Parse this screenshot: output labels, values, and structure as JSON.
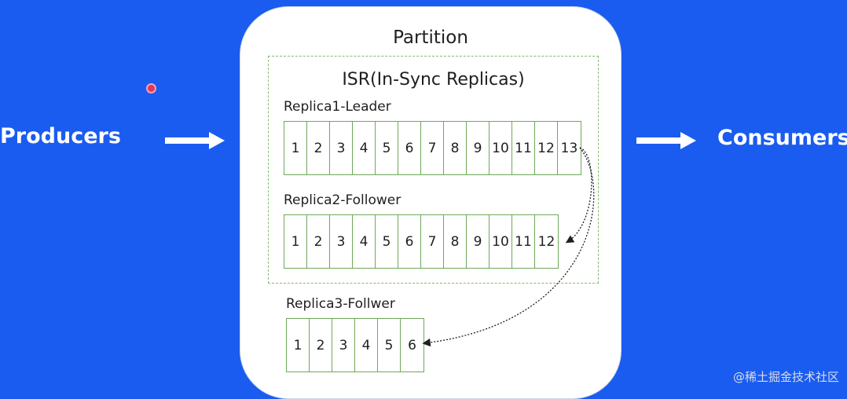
{
  "left_label": "Producers",
  "right_label": "Consumers",
  "partition": {
    "title": "Partition",
    "isr_title": "ISR(In-Sync Replicas)",
    "replicas": [
      {
        "label": "Replica1-Leader",
        "cells": [
          "1",
          "2",
          "3",
          "4",
          "5",
          "6",
          "7",
          "8",
          "9",
          "10",
          "11",
          "12",
          "13"
        ]
      },
      {
        "label": "Replica2-Follower",
        "cells": [
          "1",
          "2",
          "3",
          "4",
          "5",
          "6",
          "7",
          "8",
          "9",
          "10",
          "11",
          "12"
        ]
      },
      {
        "label": "Replica3-Follwer",
        "cells": [
          "1",
          "2",
          "3",
          "4",
          "5",
          "6"
        ]
      }
    ]
  },
  "watermark": "@稀土掘金技术社区",
  "colors": {
    "background": "#1a5cf0",
    "panel": "#ffffff",
    "cell_border": "#6fa85a",
    "isr_border": "#7fbf6a",
    "text": "#1f1f1f",
    "marker": "#e2365a"
  }
}
